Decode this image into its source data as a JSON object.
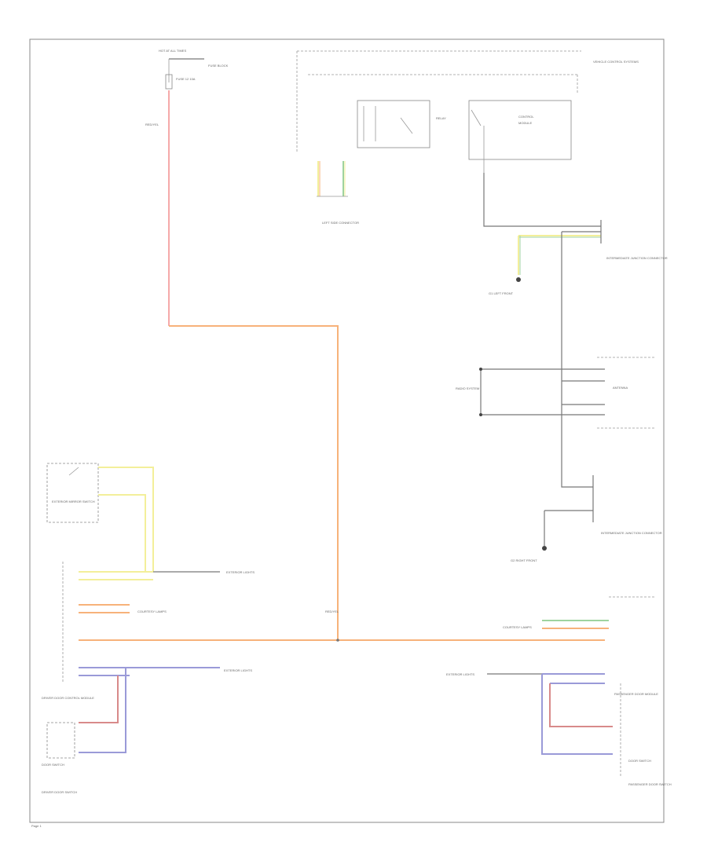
{
  "colors": {
    "red_yel": "#f5a9a9",
    "orange": "#f7b27a",
    "yellow": "#f3ef9a",
    "green": "#9fd39f",
    "blue": "#9a9ad8",
    "red": "#d88a8a",
    "frame": "#888888",
    "wire": "#777777"
  },
  "labels": {
    "top_source": "HOT AT ALL TIMES",
    "fuse_top": "FUSE 12 10A",
    "fuse_block": "FUSE BLOCK",
    "top_wire": "RED/YEL",
    "top_right_box": "VEHICLE CONTROL SYSTEMS",
    "left_conn": "LEFT SIDE CONNECTOR",
    "right_conn_1": "INTERMEDIATE JUNCTION CONNECTOR",
    "ground_1": "G1 LEFT FRONT",
    "radio_sys": "RADIO SYSTEM",
    "antenna_sys": "ANTENNA",
    "right_conn_2": "INTERMEDIATE JUNCTION CONNECTOR",
    "ground_2": "G2 RIGHT FRONT",
    "left_switch": "EXTERIOR MIRROR SWITCH",
    "mirror_sys": "EXTERIOR LIGHTS",
    "left_module": "DRIVER DOOR CONTROL MODULE",
    "courtesy_sys": "COURTESY LAMPS",
    "mid_wire": "RED/YEL",
    "ext_lights": "EXTERIOR LIGHTS",
    "bottom_left_switch": "DOOR SWITCH",
    "bottom_left_caption": "DRIVER DOOR SWITCH",
    "bottom_right_module": "PASSENGER DOOR MODULE",
    "bottom_right_switch": "DOOR SWITCH",
    "bottom_right_caption": "PASSENGER DOOR SWITCH",
    "right_lamp_sys": "COURTESY LAMPS",
    "right_ext": "EXTERIOR LIGHTS",
    "page_footer": "Page 1"
  }
}
